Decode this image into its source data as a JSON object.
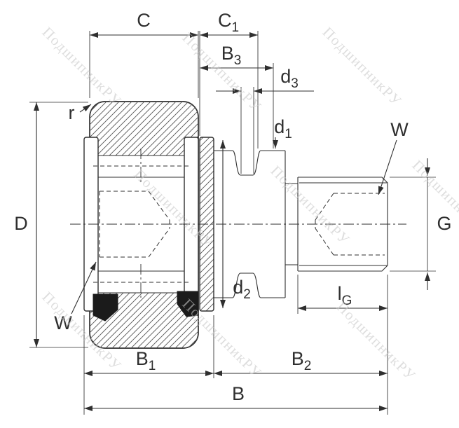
{
  "watermark": {
    "text": "ПодшипникРУ"
  },
  "labels": {
    "C": {
      "base": "C",
      "sub": ""
    },
    "C1": {
      "base": "C",
      "sub": "1"
    },
    "B3": {
      "base": "B",
      "sub": "3"
    },
    "d3": {
      "base": "d",
      "sub": "3"
    },
    "d1": {
      "base": "d",
      "sub": "1"
    },
    "d2": {
      "base": "d",
      "sub": "2"
    },
    "r": {
      "base": "r",
      "sub": ""
    },
    "D": {
      "base": "D",
      "sub": ""
    },
    "G": {
      "base": "G",
      "sub": ""
    },
    "lG": {
      "base": "l",
      "sub": "G"
    },
    "W_left": {
      "base": "W",
      "sub": ""
    },
    "W_right": {
      "base": "W",
      "sub": ""
    },
    "B1": {
      "base": "B",
      "sub": "1"
    },
    "B2": {
      "base": "B",
      "sub": "2"
    },
    "B": {
      "base": "B",
      "sub": ""
    }
  },
  "colors": {
    "line": "#2f2f2f",
    "dim": "#2f2f2f",
    "label": "#2f2f2f",
    "watermark": "#c8c8c8",
    "seal": "#1b1b1b",
    "hatch": "#555555",
    "background": "#ffffff"
  }
}
